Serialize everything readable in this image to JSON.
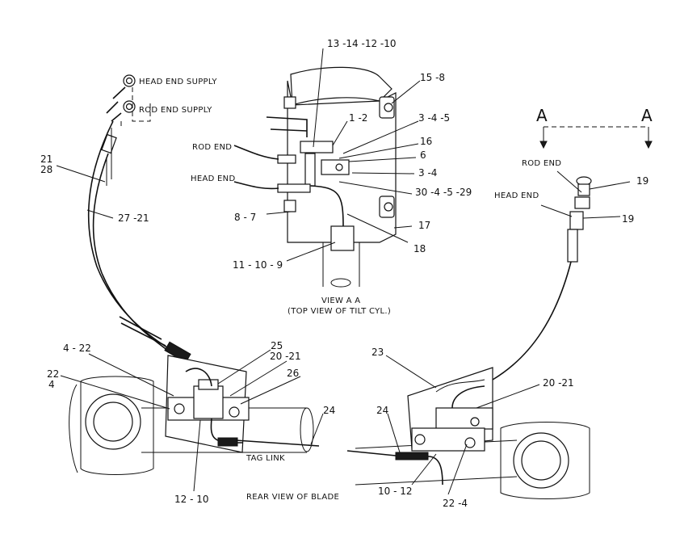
{
  "labels": {
    "head_end_supply": "HEAD END SUPPLY",
    "rod_end_supply": "ROD END SUPPLY",
    "p13_14_12_10": "13 -14 -12 -10",
    "p15_8": "15 -8",
    "p1_2": "1 -2",
    "p3_4_5": "3 -4 -5",
    "p16": "16",
    "p6": "6",
    "p3_4": "3 -4",
    "p30_4_5_29": "30 -4 -5 -29",
    "rod_end_left": "ROD END",
    "head_end_left": "HEAD END",
    "p8_7": "8 - 7",
    "p17": "17",
    "p18": "18",
    "p11_10_9": "11 - 10 - 9",
    "p21": "21",
    "p28": "28",
    "p27_21": "27 -21",
    "view_aa": "VIEW A A",
    "top_view_caption": "(TOP VIEW OF TILT CYL.)",
    "section_a_left": "A",
    "section_a_right": "A",
    "rod_end_right": "ROD END",
    "head_end_right": "HEAD END",
    "p19_top": "19",
    "p19_bottom": "19",
    "p4_22": "4 - 22",
    "p25": "25",
    "p20_21_left": "20 -21",
    "p26": "26",
    "p22": "22",
    "p4": "4",
    "p24_left": "24",
    "tag_link": "TAG LINK",
    "p12_10": "12 - 10",
    "rear_view": "REAR VIEW OF BLADE",
    "p23": "23",
    "p20_21_right": "20 -21",
    "p24_right": "24",
    "p10_12": "10 - 12",
    "p22_4": "22 -4"
  }
}
